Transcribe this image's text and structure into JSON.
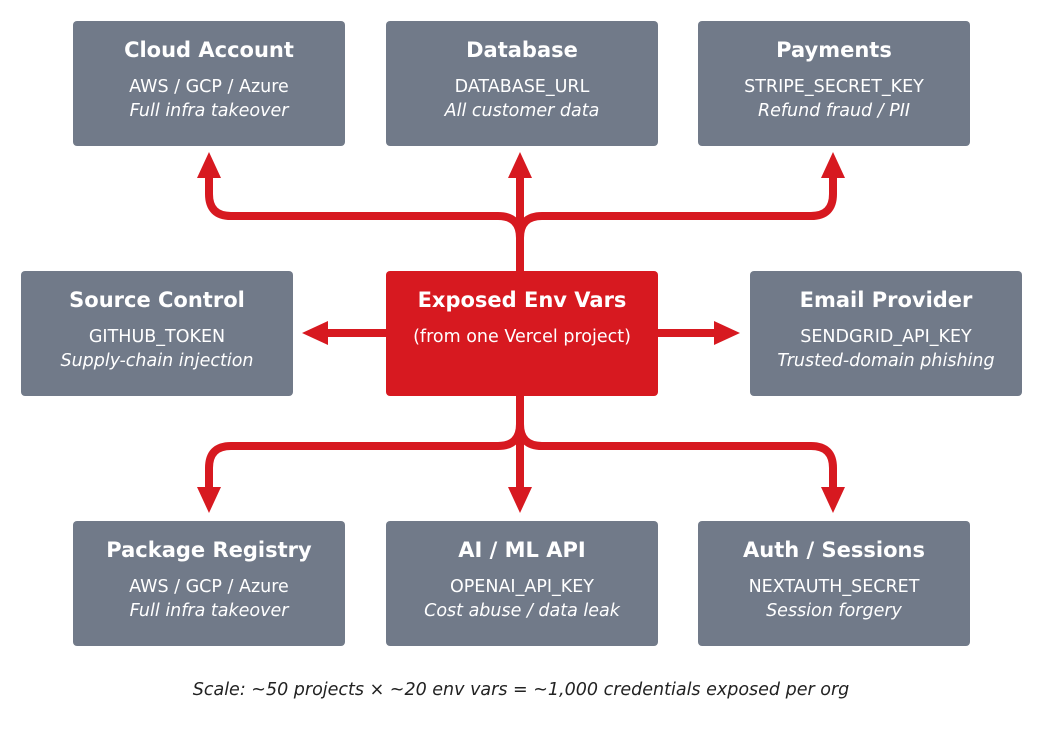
{
  "colors": {
    "node_fill": "#717a89",
    "center_fill": "#d71920",
    "arrow": "#d71920",
    "text": "#ffffff",
    "footer_text": "#222222"
  },
  "center": {
    "title": "Exposed Env Vars",
    "subtitle": "(from one Vercel project)"
  },
  "nodes": {
    "cloud_account": {
      "title": "Cloud Account",
      "key": "AWS / GCP / Azure",
      "impact": "Full infra takeover"
    },
    "database": {
      "title": "Database",
      "key": "DATABASE_URL",
      "impact": "All customer data"
    },
    "payments": {
      "title": "Payments",
      "key": "STRIPE_SECRET_KEY",
      "impact": "Refund fraud / PII"
    },
    "source_control": {
      "title": "Source Control",
      "key": "GITHUB_TOKEN",
      "impact": "Supply-chain injection"
    },
    "email_provider": {
      "title": "Email Provider",
      "key": "SENDGRID_API_KEY",
      "impact": "Trusted-domain phishing"
    },
    "package_registry": {
      "title": "Package Registry",
      "key": "AWS / GCP / Azure",
      "impact": "Full infra takeover"
    },
    "ai_ml_api": {
      "title": "AI / ML API",
      "key": "OPENAI_API_KEY",
      "impact": "Cost abuse / data leak"
    },
    "auth_sessions": {
      "title": "Auth / Sessions",
      "key": "NEXTAUTH_SECRET",
      "impact": "Session forgery"
    }
  },
  "footer": "Scale: ~50 projects × ~20 env vars = ~1,000 credentials exposed per org"
}
